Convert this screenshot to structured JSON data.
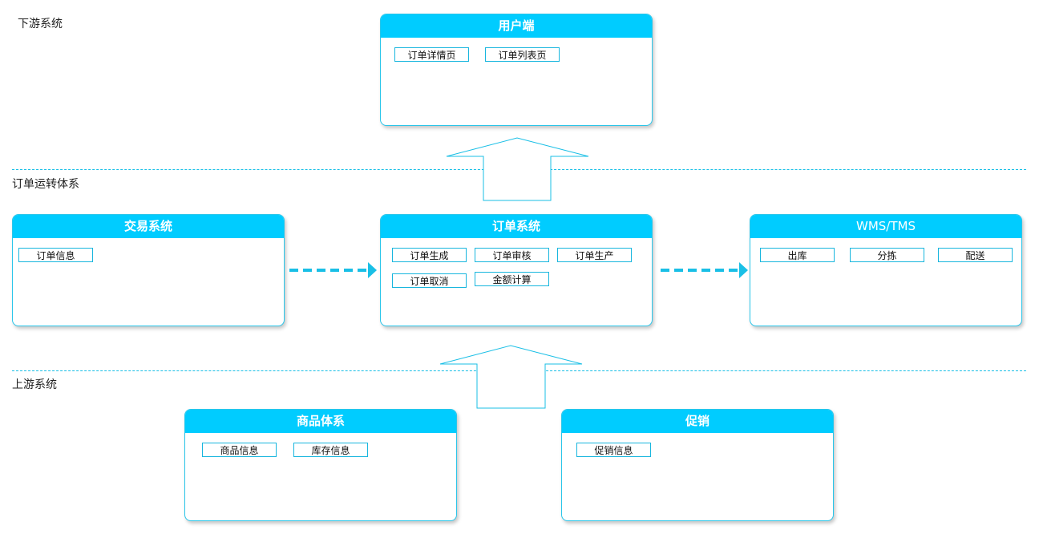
{
  "layers": {
    "downstream": "下游系统",
    "order_flow": "订单运转体系",
    "upstream": "上游系统"
  },
  "panels": {
    "client": {
      "title": "用户端",
      "tags": [
        "订单详情页",
        "订单列表页"
      ]
    },
    "trade": {
      "title": "交易系统",
      "tags": [
        "订单信息"
      ]
    },
    "order": {
      "title": "订单系统",
      "tags": [
        "订单生成",
        "订单审核",
        "订单生产",
        "订单取消",
        "金额计算"
      ]
    },
    "wms": {
      "title": "WMS/TMS",
      "tags": [
        "出库",
        "分拣",
        "配送"
      ]
    },
    "product": {
      "title": "商品体系",
      "tags": [
        "商品信息",
        "库存信息"
      ]
    },
    "promo": {
      "title": "促销",
      "tags": [
        "促销信息"
      ]
    }
  },
  "colors": {
    "header": "#00ccff",
    "border": "#2ac6ea",
    "arrow": "#19bfe6"
  }
}
